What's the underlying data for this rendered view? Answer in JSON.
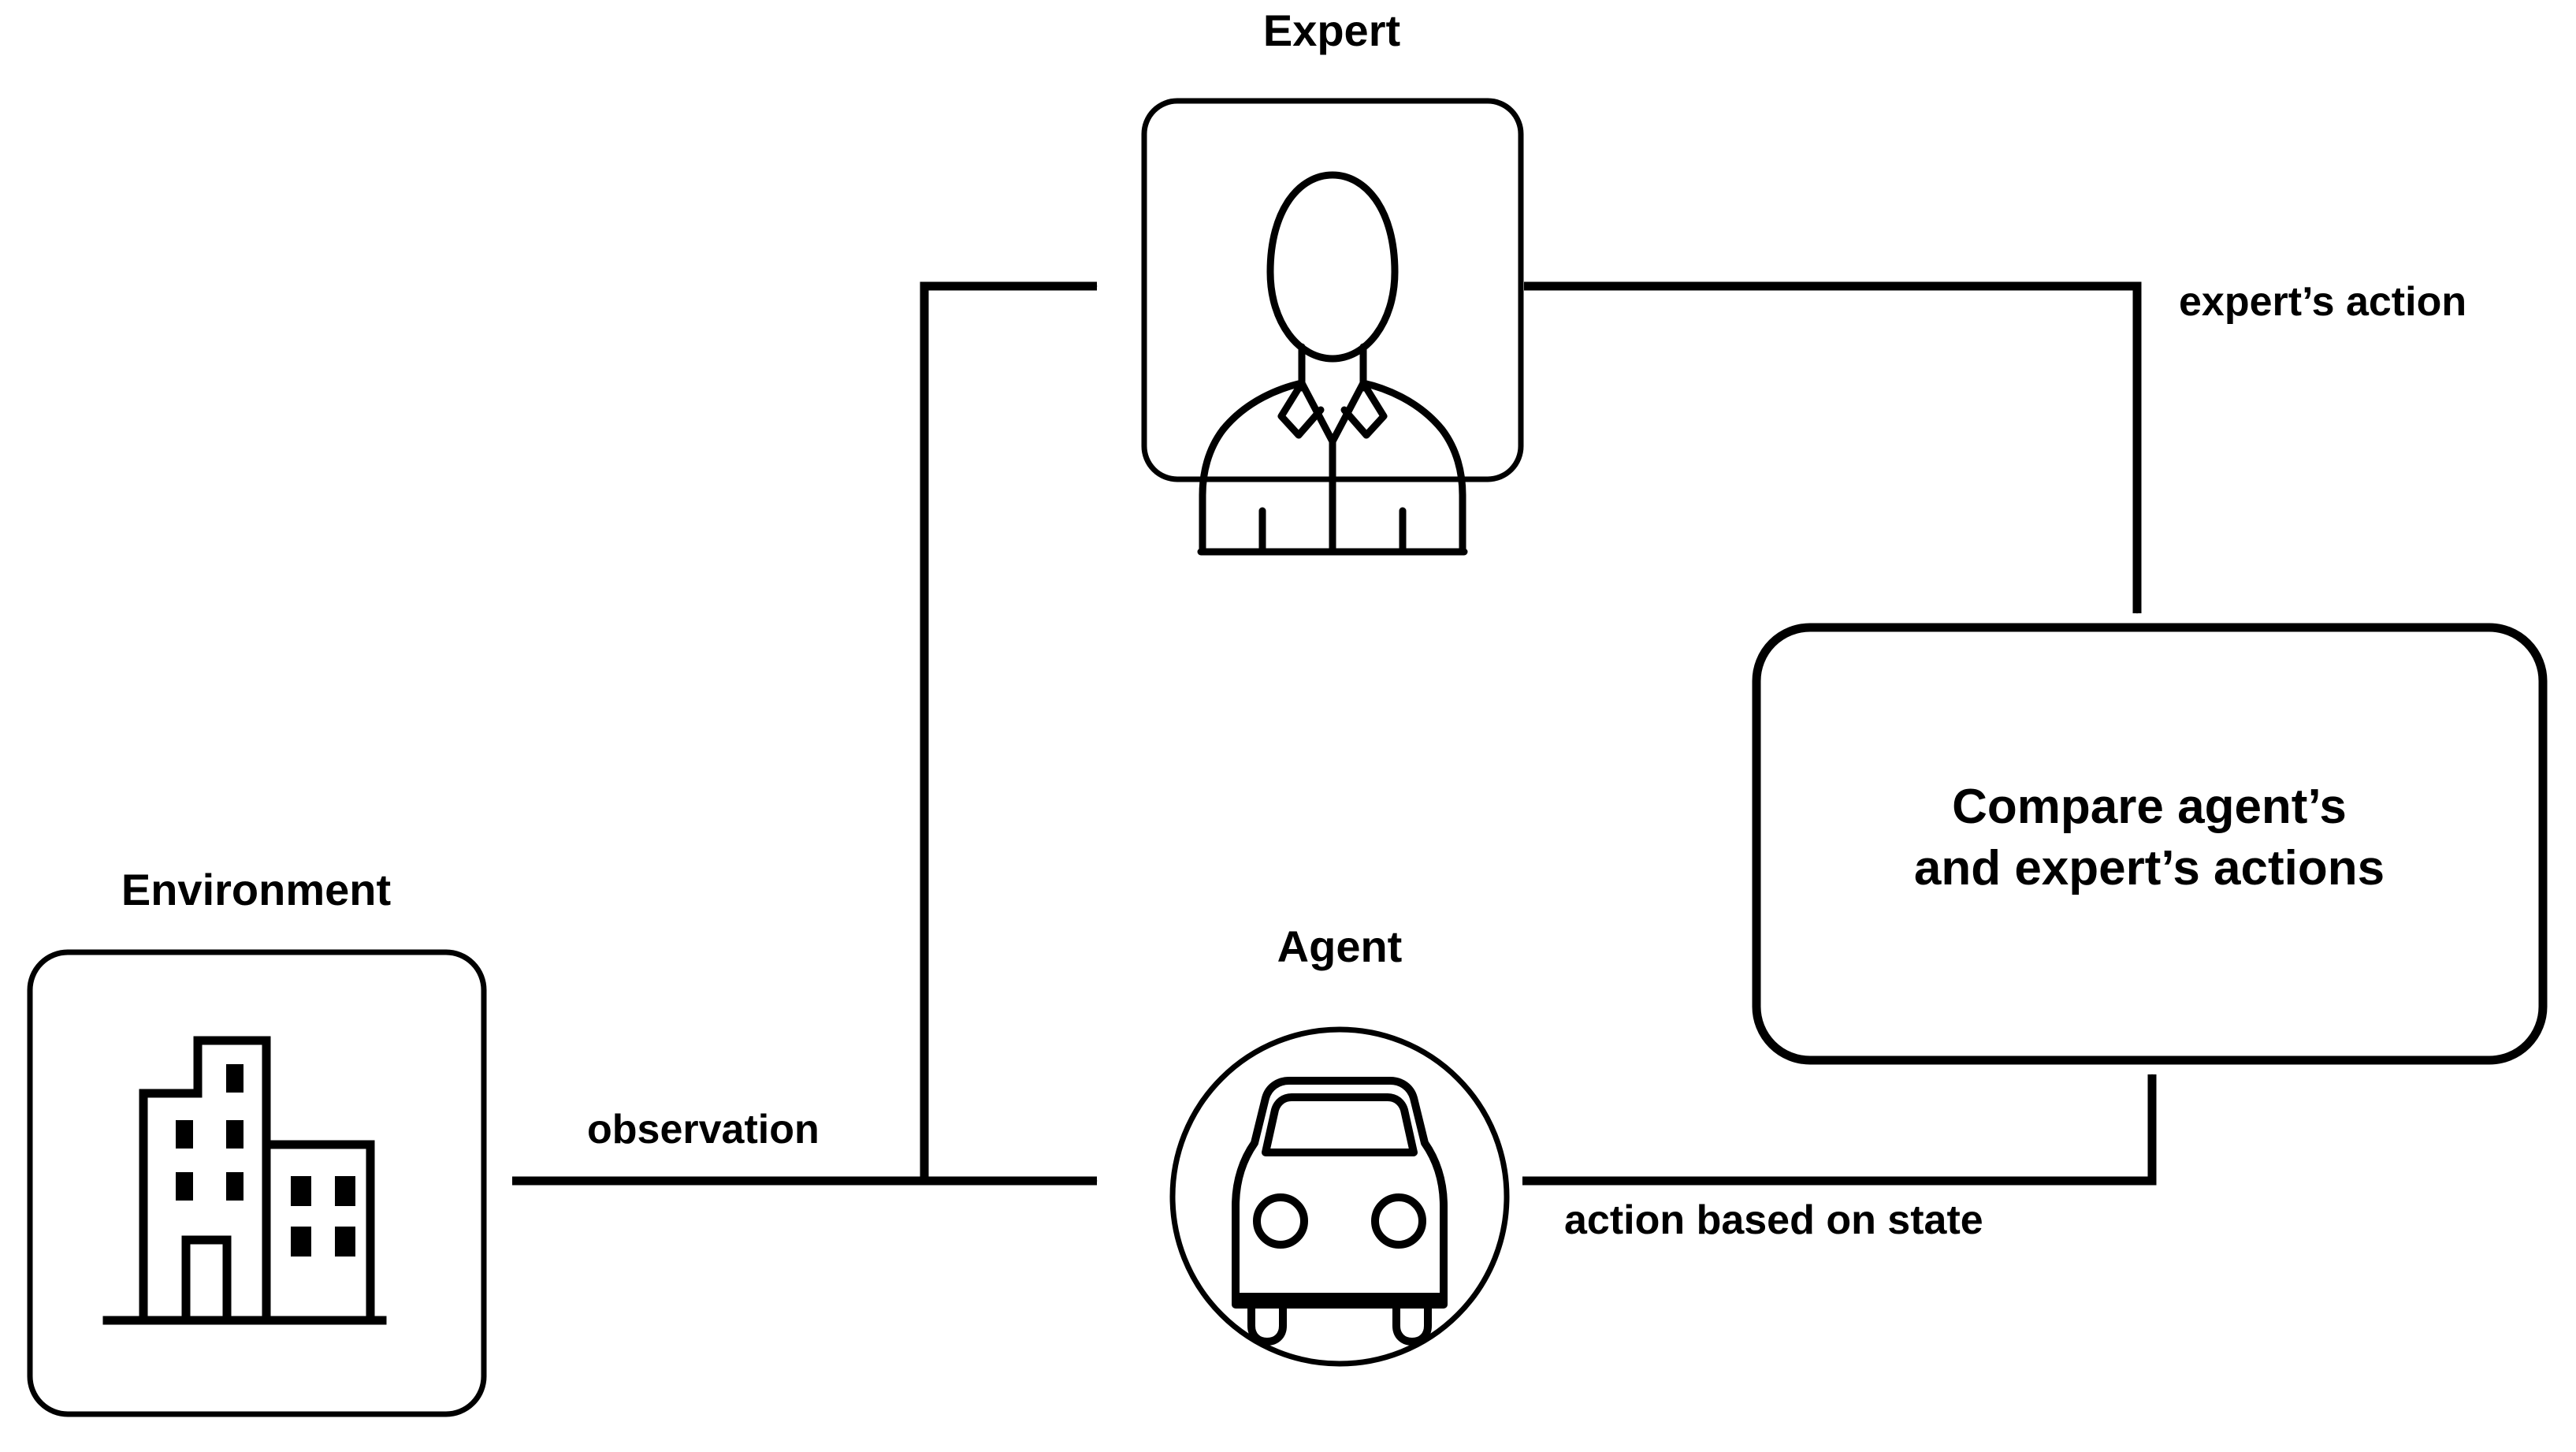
{
  "diagram": {
    "title_present": false,
    "background_color": "#ffffff",
    "stroke_color": "#000000",
    "nodes": [
      {
        "id": "environment",
        "label": "Environment",
        "icon": "building-icon",
        "shape": "rounded-rect"
      },
      {
        "id": "expert",
        "label": "Expert",
        "icon": "person-icon",
        "shape": "rounded-rect"
      },
      {
        "id": "agent",
        "label": "Agent",
        "icon": "car-icon",
        "shape": "circle"
      },
      {
        "id": "compare",
        "label_line_1": "Compare agent’s",
        "label_line_2": "and expert’s actions",
        "shape": "rounded-rect"
      }
    ],
    "edges": [
      {
        "id": "observation-to-expert",
        "label": "observation",
        "from": "environment",
        "to": "expert",
        "arrow": true
      },
      {
        "id": "observation-to-agent",
        "label": "",
        "from": "environment",
        "to": "agent",
        "arrow": true
      },
      {
        "id": "expert-action",
        "label": "expert’s action",
        "from": "expert",
        "to": "compare",
        "arrow": true
      },
      {
        "id": "agent-action",
        "label": "action based on state",
        "from": "agent",
        "to": "compare",
        "arrow": true
      }
    ]
  }
}
